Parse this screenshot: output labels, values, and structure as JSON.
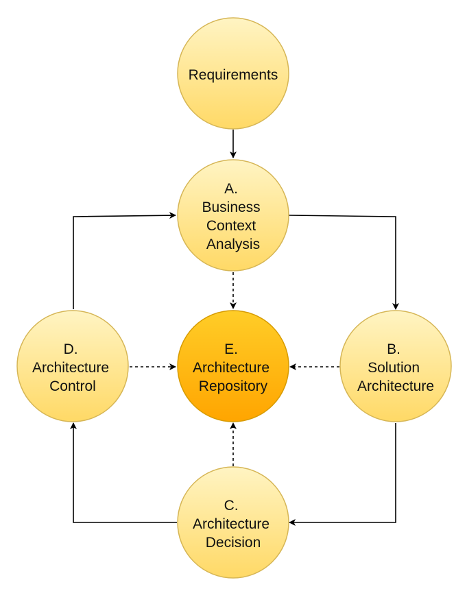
{
  "diagram": {
    "nodes": {
      "requirements": {
        "lines": [
          "Requirements"
        ]
      },
      "business": {
        "lines": [
          "A.",
          "Business",
          "Context",
          "Analysis"
        ]
      },
      "solution": {
        "lines": [
          "B.",
          "Solution",
          "Architecture"
        ]
      },
      "decision": {
        "lines": [
          "C.",
          "Architecture",
          "Decision"
        ]
      },
      "control": {
        "lines": [
          "D.",
          "Architecture",
          "Control"
        ]
      },
      "repository": {
        "lines": [
          "E.",
          "Architecture",
          "Repository"
        ]
      }
    },
    "edges": [
      {
        "from": "requirements",
        "to": "business",
        "style": "solid"
      },
      {
        "from": "business",
        "to": "solution",
        "style": "solid"
      },
      {
        "from": "solution",
        "to": "decision",
        "style": "solid"
      },
      {
        "from": "decision",
        "to": "control",
        "style": "solid"
      },
      {
        "from": "control",
        "to": "business",
        "style": "solid"
      },
      {
        "from": "business",
        "to": "repository",
        "style": "dashed"
      },
      {
        "from": "solution",
        "to": "repository",
        "style": "dashed"
      },
      {
        "from": "decision",
        "to": "repository",
        "style": "dashed"
      },
      {
        "from": "control",
        "to": "repository",
        "style": "dashed"
      }
    ],
    "colors": {
      "node_fill_top": "#FFF4C3",
      "node_fill_bottom": "#FFD966",
      "node_stroke": "#D6B656",
      "central_fill_top": "#FFCD28",
      "central_fill_bottom": "#FFA500",
      "central_stroke": "#D79B00",
      "edge": "#000000"
    }
  }
}
